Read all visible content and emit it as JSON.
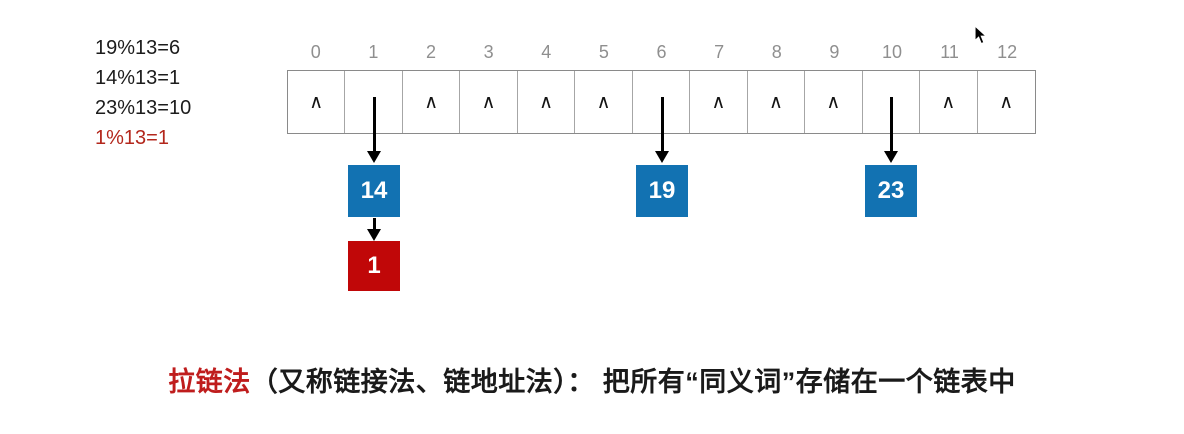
{
  "formulas": {
    "lines": [
      "19%13=6",
      "14%13=1",
      "23%13=10",
      "1%13=1"
    ]
  },
  "hash_table": {
    "indices": [
      "0",
      "1",
      "2",
      "3",
      "4",
      "5",
      "6",
      "7",
      "8",
      "9",
      "10",
      "11",
      "12"
    ],
    "cells": [
      "∧",
      "",
      "∧",
      "∧",
      "∧",
      "∧",
      "",
      "∧",
      "∧",
      "∧",
      "",
      "∧",
      "∧"
    ]
  },
  "chain_nodes": [
    {
      "value": "14",
      "bucket": "1"
    },
    {
      "value": "19",
      "bucket": "6"
    },
    {
      "value": "23",
      "bucket": "10"
    },
    {
      "value": "1",
      "bucket": "1"
    }
  ],
  "caption": {
    "highlight": "拉链法",
    "rest": "（又称链接法、链地址法）： 把所有“同义词”存储在一个链表中"
  },
  "colors": {
    "node_blue": "#1272b2",
    "node_red": "#c00708",
    "formula_highlight_red": "#b3271c",
    "caption_red": "#bf1d1d",
    "index_gray": "#8f8f8f"
  }
}
